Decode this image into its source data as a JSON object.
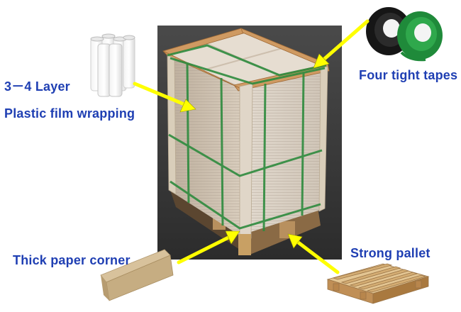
{
  "labels": {
    "film_layers": "3－4 Layer",
    "film_wrapping": "Plastic film wrapping",
    "tapes": "Four tight tapes",
    "paper_corner": "Thick paper corner",
    "pallet": "Strong pallet"
  },
  "colors": {
    "label_text": "#1f3fb3",
    "arrow": "#ffff00",
    "strap": "#2e8b3e",
    "carton": "#cdbfae",
    "corner_board": "#d7c6a3",
    "pallet_wood": "#c8a064",
    "ground": "#3a3a3a"
  },
  "icons": [
    "film-rolls-icon",
    "strapping-coils-icon",
    "paper-corner-icon",
    "wooden-pallet-icon"
  ]
}
